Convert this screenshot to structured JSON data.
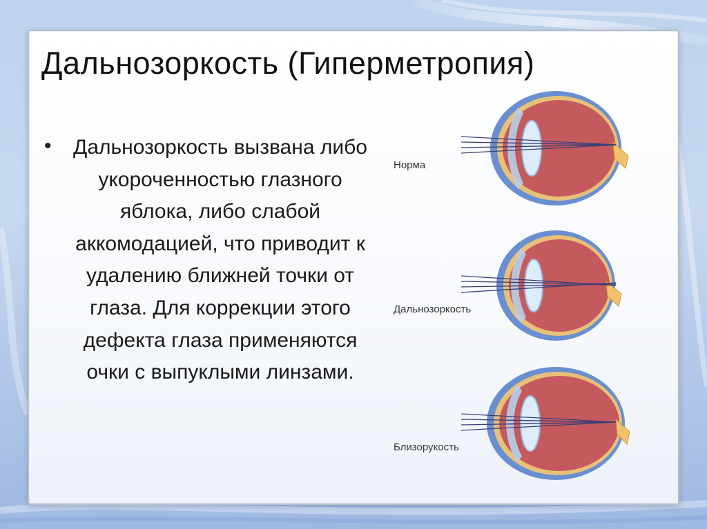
{
  "slide": {
    "title": "Дальнозоркость (Гиперметропия)",
    "bullet_symbol": "•",
    "body_text": "Дальнозоркость вызвана либо укороченностью глазного яблока, либо слабой аккомодацией, что приводит к удалению ближней точки от глаза. Для коррекции этого дефекта глаза применяются очки с выпуклыми линзами."
  },
  "figure": {
    "eyes": [
      {
        "label": "Норма"
      },
      {
        "label": "Дальнозоркость"
      },
      {
        "label": "Близорукость"
      }
    ]
  },
  "colors": {
    "sclera": "#6a8fd0",
    "choroid": "#e9c07a",
    "vitreous": "#c55a5e",
    "lens": "#dcecf8",
    "optic_nerve": "#f2c26a",
    "light_rays": "#3b3f73"
  }
}
